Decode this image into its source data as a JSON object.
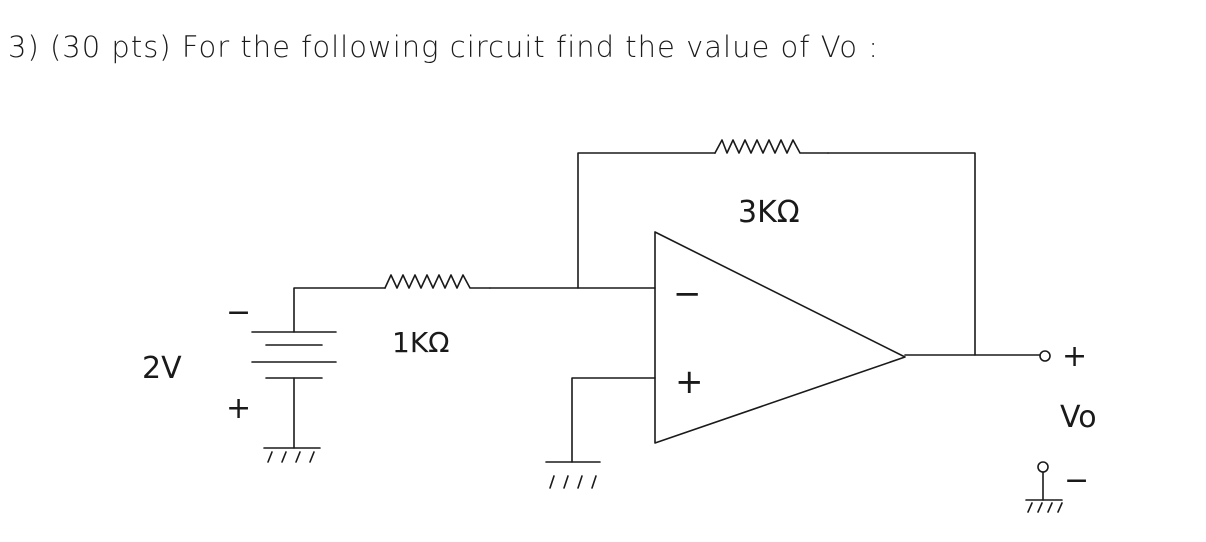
{
  "question": {
    "text": "3) (30 pts) For the following circuit find the value of Vo :"
  },
  "circuit": {
    "source_voltage": "2V",
    "source_minus": "−",
    "source_plus": "+",
    "input_resistor": "1KΩ",
    "feedback_resistor": "3KΩ",
    "opamp_inverting": "−",
    "opamp_noninverting": "+",
    "output_plus": "+",
    "output_label": "Vo",
    "output_minus": "−"
  }
}
